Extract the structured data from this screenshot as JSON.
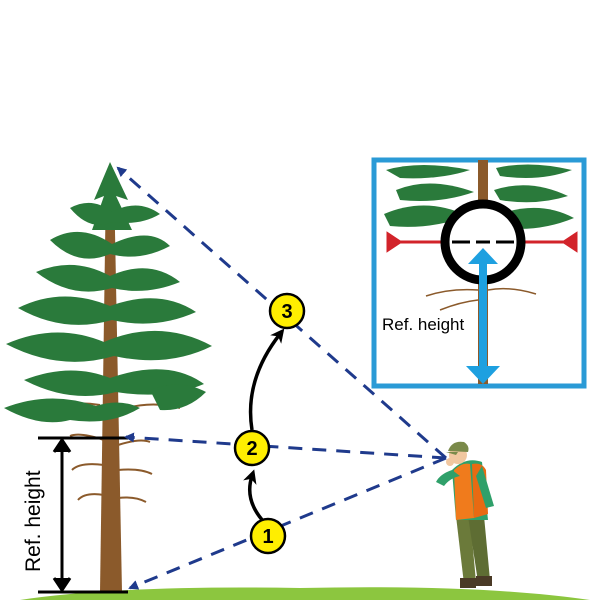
{
  "labels": {
    "ref_height_vertical": "Ref. height",
    "ref_height_inset": "Ref. height"
  },
  "steps": [
    {
      "number": "1"
    },
    {
      "number": "2"
    },
    {
      "number": "3"
    }
  ],
  "colors": {
    "ground": "#8cc63f",
    "tree_foliage": "#2a7a3b",
    "tree_trunk": "#8b5a2b",
    "sight_lines": "#1f3a8c",
    "step_circle": "#ffee00",
    "inset_frame": "#2a9ad6",
    "inset_marker": "#1ea0e0",
    "reticle_side": "#d2232a",
    "vest": "#f07b1c"
  },
  "icons": {
    "person": "person-with-clinometer-icon",
    "tree": "tree-icon"
  }
}
